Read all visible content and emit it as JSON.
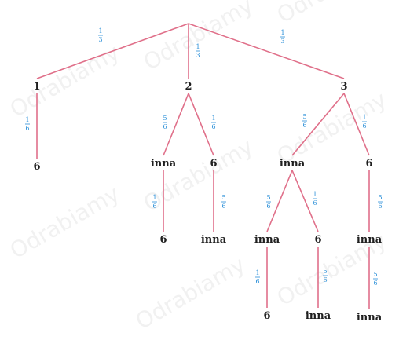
{
  "watermark": "Odrabiamy",
  "tree": {
    "root": {
      "children": [
        {
          "label": "1",
          "prob": {
            "num": "1",
            "den": "3"
          },
          "children": [
            {
              "label": "6",
              "prob": {
                "num": "1",
                "den": "6"
              }
            }
          ]
        },
        {
          "label": "2",
          "prob": {
            "num": "1",
            "den": "3"
          },
          "children": [
            {
              "label": "inna",
              "prob": {
                "num": "5",
                "den": "6"
              },
              "children": [
                {
                  "label": "6",
                  "prob": {
                    "num": "1",
                    "den": "6"
                  }
                }
              ]
            },
            {
              "label": "6",
              "prob": {
                "num": "1",
                "den": "6"
              },
              "children": [
                {
                  "label": "inna",
                  "prob": {
                    "num": "5",
                    "den": "6"
                  }
                }
              ]
            }
          ]
        },
        {
          "label": "3",
          "prob": {
            "num": "1",
            "den": "3"
          },
          "children": [
            {
              "label": "inna",
              "prob": {
                "num": "5",
                "den": "6"
              },
              "children": [
                {
                  "label": "inna",
                  "prob": {
                    "num": "5",
                    "den": "6"
                  },
                  "children": [
                    {
                      "label": "6",
                      "prob": {
                        "num": "1",
                        "den": "6"
                      }
                    }
                  ]
                },
                {
                  "label": "6",
                  "prob": {
                    "num": "1",
                    "den": "6"
                  },
                  "children": [
                    {
                      "label": "inna",
                      "prob": {
                        "num": "5",
                        "den": "6"
                      }
                    }
                  ]
                }
              ]
            },
            {
              "label": "6",
              "prob": {
                "num": "1",
                "den": "6"
              },
              "children": [
                {
                  "label": "inna",
                  "prob": {
                    "num": "5",
                    "den": "6"
                  },
                  "children": [
                    {
                      "label": "inna",
                      "prob": {
                        "num": "5",
                        "den": "6"
                      }
                    }
                  ]
                }
              ]
            }
          ]
        }
      ]
    }
  }
}
